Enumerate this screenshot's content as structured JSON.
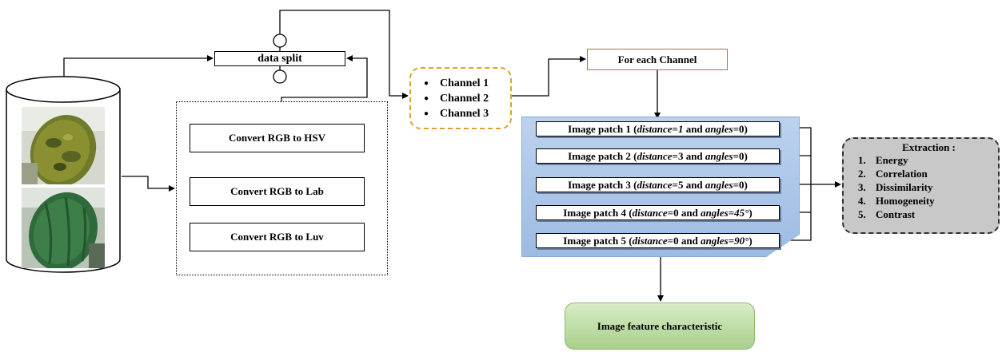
{
  "data_split": {
    "label": "data split"
  },
  "conversions": [
    {
      "label": "Convert RGB to HSV"
    },
    {
      "label": "Convert RGB to Lab"
    },
    {
      "label": "Convert RGB to Luv"
    }
  ],
  "channels": [
    {
      "label": "Channel 1"
    },
    {
      "label": "Channel 2"
    },
    {
      "label": "Channel 3"
    }
  ],
  "for_each": {
    "label": "For each Channel"
  },
  "patches": [
    {
      "name": "Image patch 1",
      "distance_key": "distance",
      "distance": "1",
      "and": "and",
      "angle_key": "angles",
      "angle": "0"
    },
    {
      "name": "Image patch 2",
      "distance_key": "distance",
      "distance": "3",
      "and": "and",
      "angle_key": "angles",
      "angle": "0"
    },
    {
      "name": "Image patch 3",
      "distance_key": "distance",
      "distance": "5",
      "and": "and",
      "angle_key": "angles",
      "angle": "0"
    },
    {
      "name": "Image patch 4",
      "distance_key": "distance",
      "distance": "0",
      "and": "and",
      "angle_key": "angles",
      "angle": "45°"
    },
    {
      "name": "Image patch 5",
      "distance_key": "distance",
      "distance": "0",
      "and": "and",
      "angle_key": "angles",
      "angle": "90°"
    }
  ],
  "extraction": {
    "title": "Extraction :",
    "items": [
      {
        "num": "1.",
        "label": "Energy"
      },
      {
        "num": "2.",
        "label": "Correlation"
      },
      {
        "num": "3.",
        "label": "Dissimilarity"
      },
      {
        "num": "4.",
        "label": "Homogeneity"
      },
      {
        "num": "5.",
        "label": "Contrast"
      }
    ]
  },
  "output": {
    "label": "Image feature characteristic"
  },
  "colors": {
    "channel_border": "#e0a030",
    "for_each_border": "#a07a30",
    "patch_panel": "#9dbbe3",
    "extraction_fill": "#c8c8c8",
    "output_fill": "#a9d08b"
  }
}
